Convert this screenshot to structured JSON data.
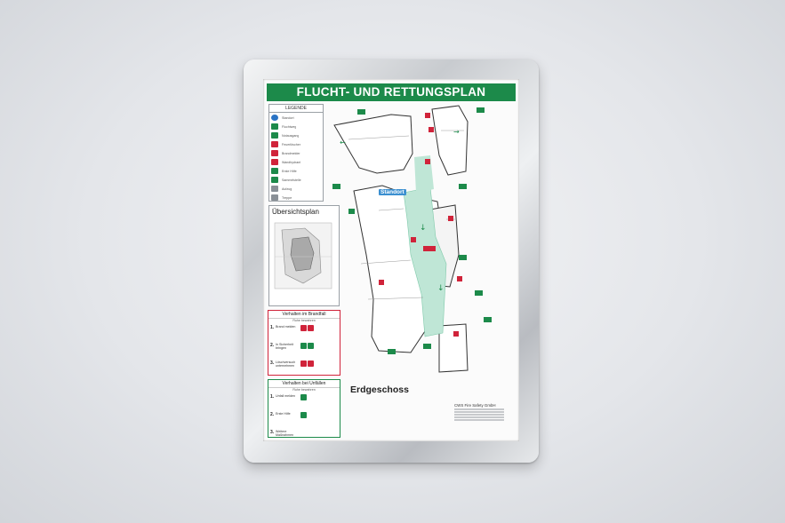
{
  "poster": {
    "title": "FLUCHT- UND RETTUNGSPLAN",
    "standort_label": "Standort",
    "floor_label": "Erdgeschoss",
    "legend": {
      "title": "LEGENDE",
      "items": [
        {
          "label": "Standort",
          "color": "#2a73c4"
        },
        {
          "label": "Fluchtweg",
          "color": "#1c8a4a"
        },
        {
          "label": "Notausgang",
          "color": "#1c8a4a"
        },
        {
          "label": "Feuerlöscher",
          "color": "#d0233a"
        },
        {
          "label": "Brandmelder",
          "color": "#d0233a"
        },
        {
          "label": "Wandhydrant",
          "color": "#d0233a"
        },
        {
          "label": "Erste Hilfe",
          "color": "#1c8a4a"
        },
        {
          "label": "Sammelstelle",
          "color": "#1c8a4a"
        },
        {
          "label": "Aufzug",
          "color": "#8a9097"
        },
        {
          "label": "Treppe",
          "color": "#8a9097"
        }
      ]
    },
    "overview_title": "Übersichtsplan",
    "fire_box": {
      "title": "Verhalten im Brandfall",
      "subtitle": "Ruhe bewahren",
      "steps": [
        {
          "num": "1.",
          "label": "Brand melden"
        },
        {
          "num": "2.",
          "label": "In Sicherheit bringen"
        },
        {
          "num": "3.",
          "label": "Löschversuch unternehmen"
        }
      ]
    },
    "accident_box": {
      "title": "Verhalten bei Unfällen",
      "subtitle": "Ruhe bewahren",
      "steps": [
        {
          "num": "1.",
          "label": "Unfall melden"
        },
        {
          "num": "2.",
          "label": "Erste Hilfe"
        },
        {
          "num": "3.",
          "label": "Weitere Maßnahmen"
        }
      ]
    },
    "company": {
      "name": "CWS Fire Safety GmbH"
    },
    "colors": {
      "green": "#1c8a4a",
      "red": "#d0233a",
      "escape_route": "#bfe6d6"
    }
  }
}
